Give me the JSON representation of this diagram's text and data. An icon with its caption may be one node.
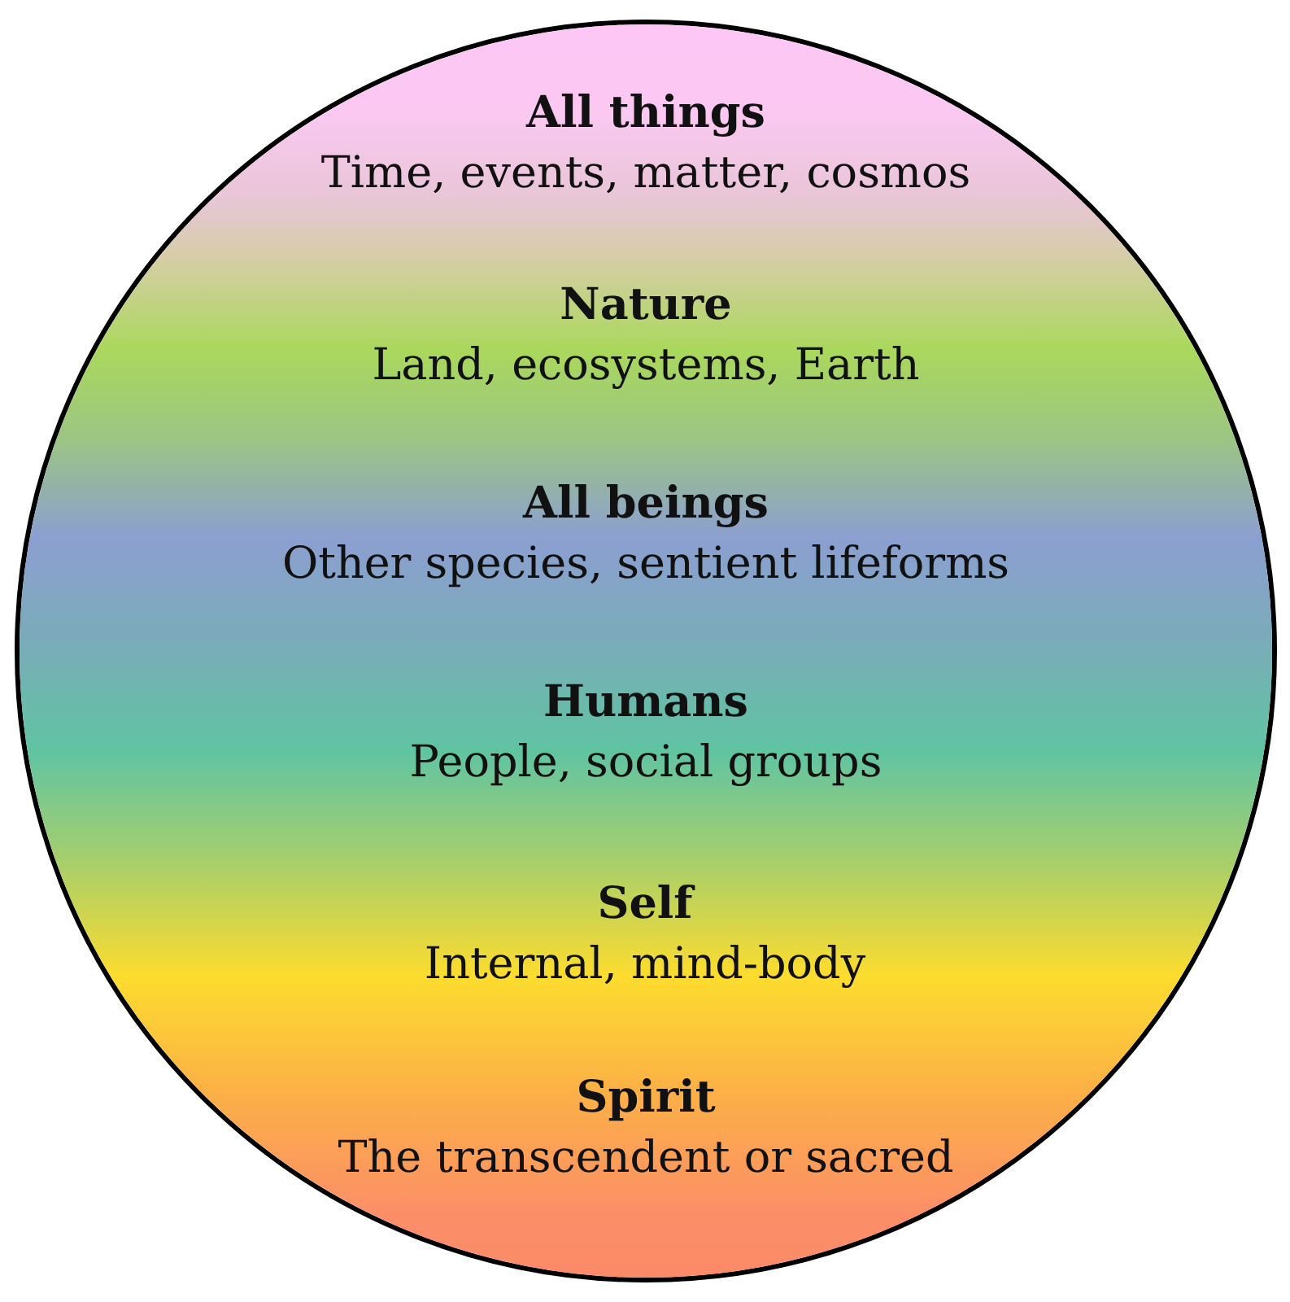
{
  "diagram": {
    "nodes": [
      {
        "text": [],
        "shape": "circle"
      },
      {
        "text": [
          "All things",
          "Time, events, matter, cosmos"
        ],
        "in": 0
      },
      {
        "text": [
          "Nature",
          "Land, ecosystems, Earth"
        ],
        "in": 0
      },
      {
        "text": [
          "All beings",
          "Other species, sentient lifeforms"
        ],
        "in": 0
      },
      {
        "text": [
          "Humans",
          "People, social groups"
        ],
        "in": 0
      },
      {
        "text": [
          "Self",
          "Internal, mind-body"
        ],
        "in": 0
      },
      {
        "text": [
          "Spirit",
          "The transcendent or sacred"
        ],
        "in": 0
      }
    ]
  }
}
